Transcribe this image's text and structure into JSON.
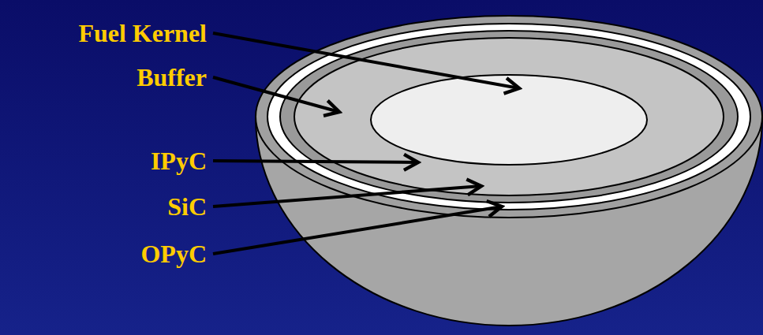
{
  "diagram": {
    "labels": [
      "Fuel Kernel",
      "Buffer",
      "IPyC",
      "SiC",
      "OPyC"
    ]
  }
}
